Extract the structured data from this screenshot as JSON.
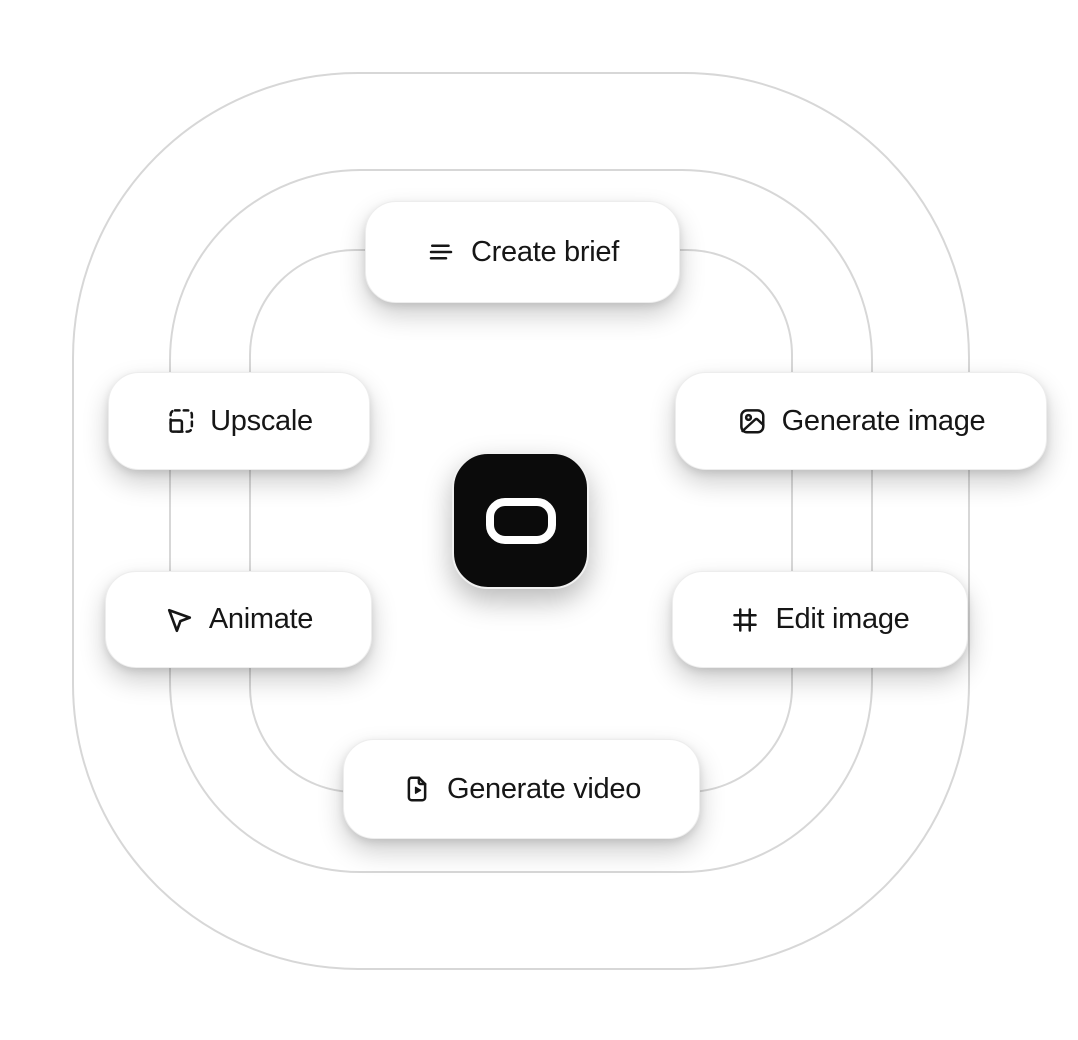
{
  "page": {
    "background": "#ffffff"
  },
  "diagram": {
    "rings": {
      "count": 3,
      "color": "#d7d7d7",
      "style": "concentric rounded rectangles"
    },
    "center": {
      "name": "app-logo-tile",
      "background": "#0b0b0b",
      "logo": "white rounded-rectangle pill outline",
      "pill_color": "#ffffff"
    },
    "text_color": "#161616",
    "cards": [
      {
        "label": "Create brief",
        "icon": "brief-lines-icon"
      },
      {
        "label": "Upscale",
        "icon": "upscale-icon"
      },
      {
        "label": "Generate image",
        "icon": "image-icon"
      },
      {
        "label": "Animate",
        "icon": "cursor-icon"
      },
      {
        "label": "Edit image",
        "icon": "frame-icon"
      },
      {
        "label": "Generate video",
        "icon": "file-play-icon"
      }
    ]
  }
}
